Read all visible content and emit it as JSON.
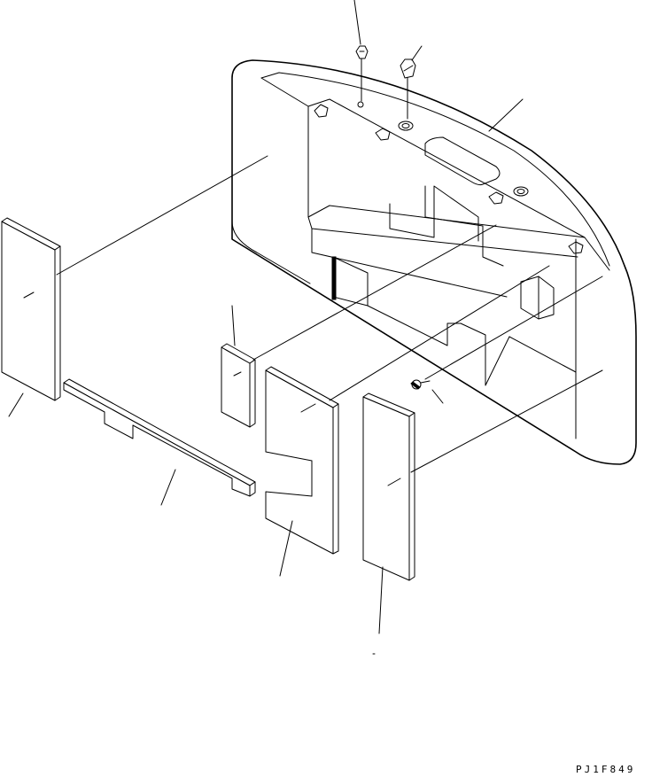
{
  "drawing": {
    "code": "PJ1F849",
    "stroke_color": "#000000",
    "background_color": "#ffffff"
  },
  "parts": [
    "counterweight",
    "bolt-top-left",
    "bolt-top-right",
    "small-screw",
    "insulation-pad-left",
    "insulation-strip-notched",
    "insulation-pad-small",
    "insulation-pad-l-shaped",
    "insulation-pad-right"
  ]
}
